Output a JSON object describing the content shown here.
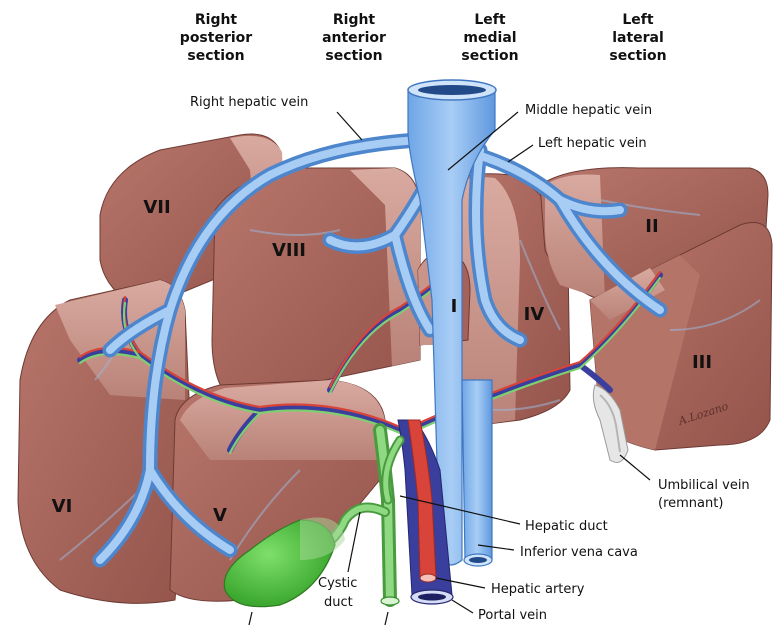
{
  "headers": {
    "right_posterior": [
      "Right",
      "posterior",
      "section"
    ],
    "right_anterior": [
      "Right",
      "anterior",
      "section"
    ],
    "left_medial": [
      "Left",
      "medial",
      "section"
    ],
    "left_lateral": [
      "Left",
      "lateral",
      "section"
    ]
  },
  "labels": {
    "right_hepatic_vein": "Right hepatic vein",
    "middle_hepatic_vein": "Middle hepatic vein",
    "left_hepatic_vein": "Left hepatic vein",
    "umbilical_vein": [
      "Umbilical vein",
      "(remnant)"
    ],
    "hepatic_duct": "Hepatic duct",
    "inferior_vena_cava": "Inferior vena cava",
    "hepatic_artery": "Hepatic artery",
    "portal_vein": "Portal vein",
    "cystic_duct": [
      "Cystic",
      "duct"
    ]
  },
  "segments": {
    "I": "I",
    "II": "II",
    "III": "III",
    "IV": "IV",
    "V": "V",
    "VI": "VI",
    "VII": "VII",
    "VIII": "VIII"
  },
  "signature": "A.Lozano",
  "colors": {
    "liver": "#a8645a",
    "liver_dark": "#7e4640",
    "liver_light": "#c9948a",
    "vein": "#86b8ea",
    "vein_dark": "#4d86cc",
    "portal": "#3a3e9c",
    "artery": "#d8443a",
    "duct": "#7fcf72",
    "gallbladder": "#4cbf3a"
  }
}
